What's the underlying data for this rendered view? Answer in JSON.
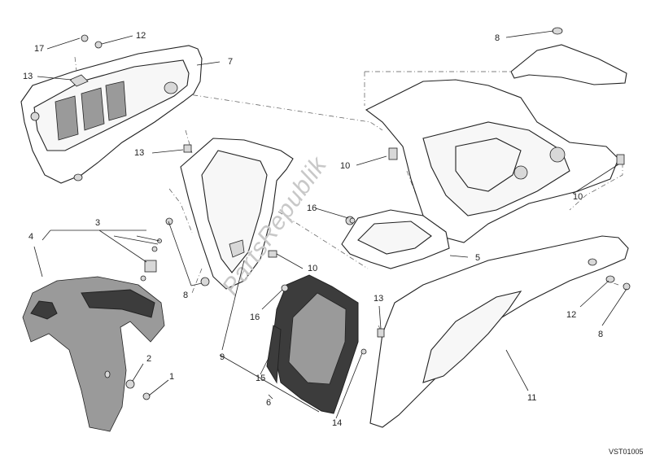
{
  "watermark": "PartsRepublik",
  "drawing_code": "VST01005",
  "labels": {
    "l17": "17",
    "l12a": "12",
    "l7": "7",
    "l13a": "13",
    "l13b": "13",
    "l8a": "8",
    "l10a": "10",
    "l10b": "10",
    "l10c": "10",
    "l16a": "16",
    "l3": "3",
    "l4": "4",
    "l5": "5",
    "l8b": "8",
    "l9": "9",
    "l16b": "16",
    "l13c": "13",
    "l12b": "12",
    "l8c": "8",
    "l2": "2",
    "l1": "1",
    "l15": "15",
    "l6": "6",
    "l14": "14",
    "l11": "11"
  }
}
